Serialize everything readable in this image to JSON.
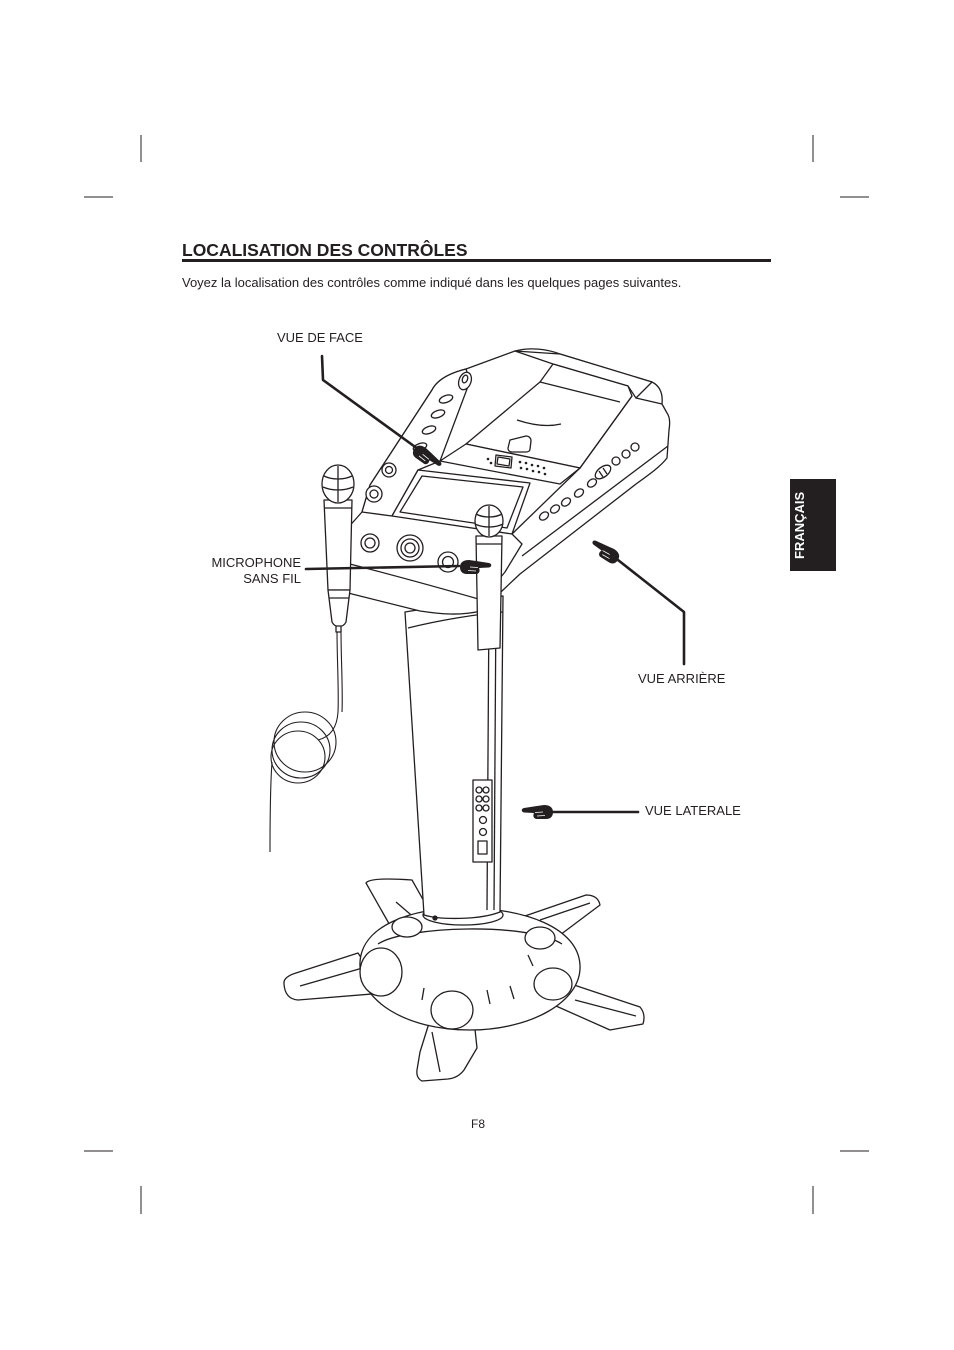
{
  "header": {
    "title": "LOCALISATION DES CONTRÔLES",
    "intro": "Voyez la localisation des contrôles comme indiqué dans les quelques pages suivantes."
  },
  "side_tab": {
    "label": "FRANÇAIS"
  },
  "diagram": {
    "labels": {
      "front_view": "VUE DE FACE",
      "wireless_mic": [
        "MICROPHONE",
        "SANS FIL"
      ],
      "rear_view": "VUE ARRIÈRE",
      "side_view": "VUE LATERALE"
    },
    "icons": {
      "pointer": "pointing-hand-icon"
    }
  },
  "footer": {
    "page_number": "F8"
  },
  "colors": {
    "ink": "#231f20",
    "background": "#ffffff",
    "tab_background": "#231f20",
    "tab_text": "#ffffff"
  }
}
